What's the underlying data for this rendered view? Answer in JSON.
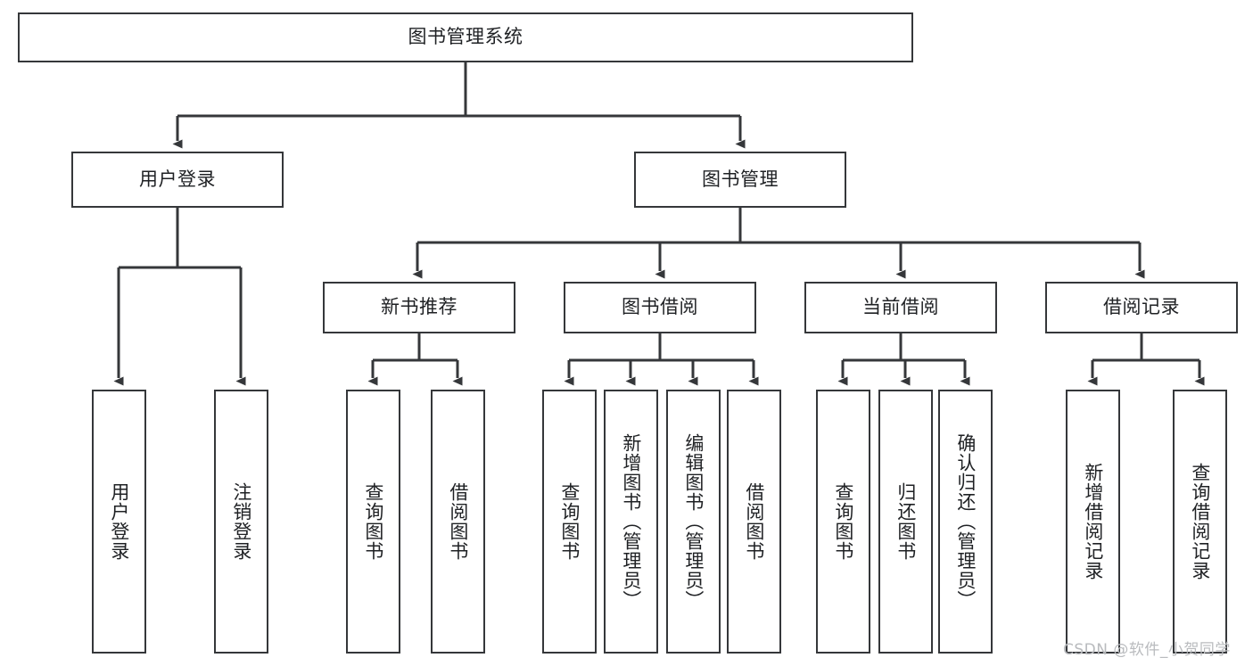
{
  "diagram": {
    "type": "tree-hierarchy-chart",
    "title": "图书管理系统",
    "watermark": "CSDN @软件_小贺同学",
    "colors": {
      "box_border": "#35373a",
      "box_fill": "#ffffff",
      "connector": "#35373a",
      "text": "#1f2124",
      "watermark": "#b9bbbe",
      "background": "#ffffff"
    },
    "nodes": {
      "root": {
        "label": "图书管理系统",
        "orientation": "horizontal"
      },
      "level2": [
        {
          "label": "用户登录",
          "orientation": "horizontal"
        },
        {
          "label": "图书管理",
          "orientation": "horizontal"
        }
      ],
      "level3": [
        {
          "label": "新书推荐",
          "orientation": "horizontal"
        },
        {
          "label": "图书借阅",
          "orientation": "horizontal"
        },
        {
          "label": "当前借阅",
          "orientation": "horizontal"
        },
        {
          "label": "借阅记录",
          "orientation": "horizontal"
        }
      ],
      "leaves_user_login": [
        {
          "label": "用户登录",
          "orientation": "vertical"
        },
        {
          "label": "注销登录",
          "orientation": "vertical"
        }
      ],
      "leaves_new_book": [
        {
          "label": "查询图书",
          "orientation": "vertical"
        },
        {
          "label": "借阅图书",
          "orientation": "vertical"
        }
      ],
      "leaves_book_borrow": [
        {
          "label": "查询图书",
          "orientation": "vertical"
        },
        {
          "label": "新增图书（管理员）",
          "orientation": "vertical"
        },
        {
          "label": "编辑图书（管理员）",
          "orientation": "vertical"
        },
        {
          "label": "借阅图书",
          "orientation": "vertical"
        }
      ],
      "leaves_current_borrow": [
        {
          "label": "查询图书",
          "orientation": "vertical"
        },
        {
          "label": "归还图书",
          "orientation": "vertical"
        },
        {
          "label": "确认归还（管理员）",
          "orientation": "vertical"
        }
      ],
      "leaves_borrow_record": [
        {
          "label": "新增借阅记录",
          "orientation": "vertical"
        },
        {
          "label": "查询借阅记录",
          "orientation": "vertical"
        }
      ]
    }
  }
}
